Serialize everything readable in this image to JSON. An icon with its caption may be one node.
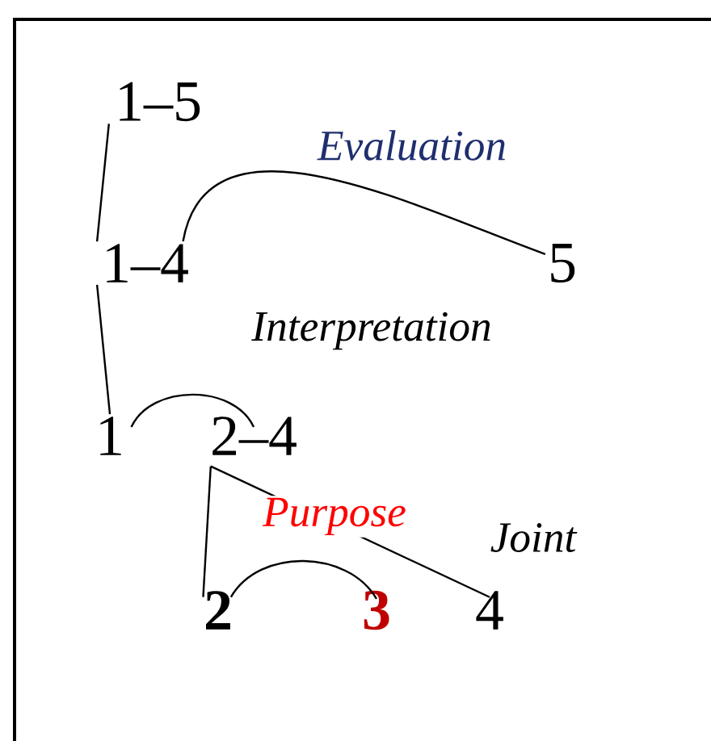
{
  "diagram": {
    "nodes": [
      {
        "text": [
          "1–5"
        ]
      },
      {
        "text": [
          "1–4"
        ]
      },
      {
        "text": [
          "5"
        ]
      },
      {
        "text": [
          "1"
        ]
      },
      {
        "text": [
          "2–4"
        ]
      },
      {
        "text": [
          "2"
        ]
      },
      {
        "text": [
          "3"
        ]
      },
      {
        "text": [
          "4"
        ]
      }
    ],
    "edges": [
      {
        "from": 0,
        "to": 1,
        "arrow": "none"
      },
      {
        "from": 1,
        "to": 2,
        "arrow": "none",
        "label": "Evaluation"
      },
      {
        "from": 1,
        "to": 3,
        "arrow": "none"
      },
      {
        "from": 3,
        "to": 4,
        "arrow": "none",
        "label": "Interpretation"
      },
      {
        "from": 4,
        "to": 5,
        "arrow": "none"
      },
      {
        "from": 4,
        "to": 7,
        "arrow": "none",
        "label": "Joint"
      },
      {
        "from": 5,
        "to": 6,
        "arrow": "none",
        "label": "Purpose"
      }
    ]
  }
}
